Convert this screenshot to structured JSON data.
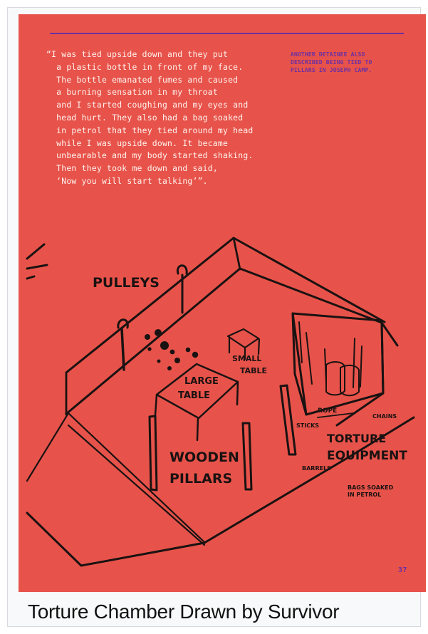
{
  "quote": {
    "text": "“I was tied upside down and they put\n  a plastic bottle in front of my face.\n  The bottle emanated fumes and caused\n  a burning sensation in my throat\n  and I started coughing and my eyes and\n  head hurt. They also had a bag soaked\n  in petrol that they tied around my head\n  while I was upside down. It became\n  unbearable and my body started shaking.\n  Then they took me down and said,\n  ‘Now you will start talking’”."
  },
  "side_note": {
    "text": "ANOTHER DETAINEE ALSO\nDESCRIBED BEING TIED TO\nPILLARS IN JOSEPH CAMP."
  },
  "sketch_labels": {
    "pulleys": "PULLEYS",
    "small_table_1": "SMALL",
    "small_table_2": "TABLE",
    "large_table_1": "LARGE",
    "large_table_2": "TABLE",
    "wooden_pillars_1": "WOODEN",
    "wooden_pillars_2": "PILLARS",
    "rope": "ROPE",
    "sticks": "STICKS",
    "chains": "CHAINS",
    "torture_equipment_1": "TORTURE",
    "torture_equipment_2": "EQUIPMENT",
    "barrels": "BARRELS",
    "bags_1": "BAGS SOAKED",
    "bags_2": "IN PETROL"
  },
  "page_number": "37",
  "caption": "Torture Chamber Drawn by Survivor",
  "colors": {
    "poster_background": "#e7534a",
    "accent_purple": "#6d2fa2",
    "ink": "#1a1212",
    "text_light": "#fff3ef"
  }
}
